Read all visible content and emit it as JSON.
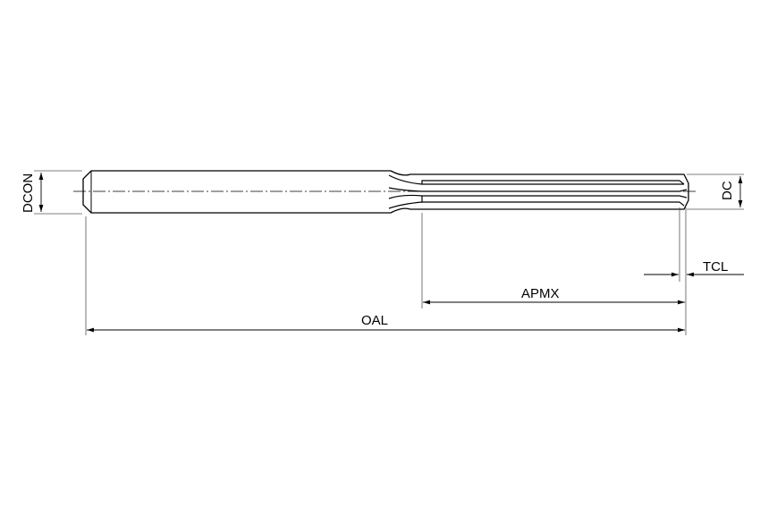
{
  "labels": {
    "dcon": "DCON",
    "dc": "DC",
    "tcl": "TCL",
    "apmx": "APMX",
    "oal": "OAL"
  },
  "colors": {
    "line": "#000000",
    "dim": "#555555"
  }
}
